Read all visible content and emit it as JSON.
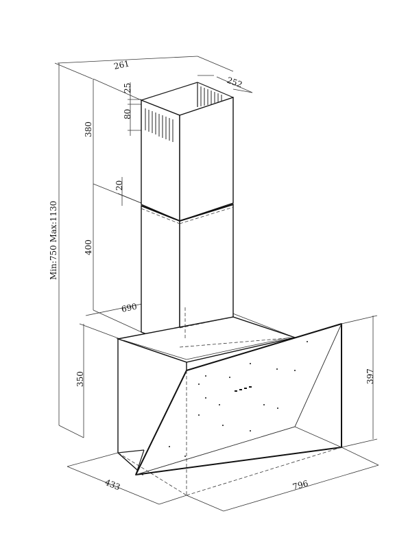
{
  "dimensions": {
    "height_range": "Min:750  Max:1130",
    "chimney_upper_height": "380",
    "chimney_lower_height": "400",
    "chimney_width": "261",
    "chimney_depth": "252",
    "vent_offset_top": "25",
    "vent_height": "80",
    "overlap": "20",
    "hood_depth": "690",
    "hood_body_height": "350",
    "glass_height": "397",
    "hood_side_depth": "433",
    "hood_width": "796"
  },
  "icons": {
    "chimney": "chimney-duct-icon",
    "hood": "angled-glass-hood-icon"
  }
}
